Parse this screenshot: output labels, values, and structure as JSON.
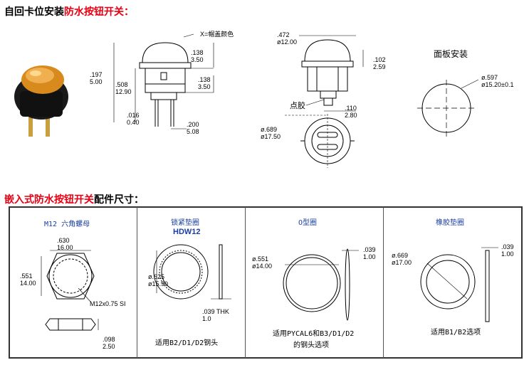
{
  "section1": {
    "heading_black": "自回卡位安装",
    "heading_red": "防水按钮开关："
  },
  "side_view": {
    "cap_note": "X=帽盖颜色",
    "dims": [
      ".197\n5.00",
      ".508\n12.90",
      ".138\n3.50",
      ".138\n3.50",
      ".016\n0.40",
      ".200\n5.08"
    ]
  },
  "front_view": {
    "dims": [
      ".472\nø12.00",
      ".102\n2.59",
      ".110\n2.80",
      "ø.689\nø17.50"
    ],
    "glue_label": "点胶"
  },
  "panel_cutout": {
    "title": "面板安装",
    "dim": "ø.597\nø15.20±0.1"
  },
  "section2": {
    "heading_red": "嵌入式防水按钮开关",
    "heading_black": "配件尺寸："
  },
  "panels": [
    {
      "title": "M12 六角螺母",
      "dims": [
        ".630\n16.00",
        ".551\n14.00",
        ".098\n2.50"
      ],
      "thread": "M12x0.75 SI"
    },
    {
      "title": "锁紧垫圈",
      "subtitle": "HDW12",
      "dims": [
        "ø.625\nø15.90",
        ".039 THK\n1.0"
      ],
      "note": "适用B2/D1/D2钢头"
    },
    {
      "title": "O型圈",
      "dims": [
        "ø.551\nø14.00",
        ".039\n1.00"
      ],
      "note_line1": "适用PYCAL6和B3/D1/D2",
      "note_line2": "的钢头选项"
    },
    {
      "title": "橡胶垫圈",
      "dims": [
        "ø.669\nø17.00",
        ".039\n1.00"
      ],
      "note": "适用B1/B2选项"
    }
  ]
}
